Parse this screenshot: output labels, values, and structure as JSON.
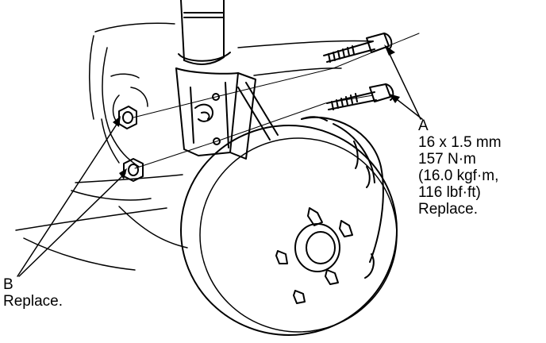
{
  "callouts": {
    "a": {
      "letter": "A",
      "size": "16 x 1.5 mm",
      "torque_nm": "157 N·m",
      "torque_kgfm": "(16.0 kgf·m,",
      "torque_lbfft": "116 lbf·ft)",
      "note": "Replace."
    },
    "b": {
      "letter": "B",
      "note": "Replace."
    }
  },
  "colors": {
    "ink": "#000000",
    "paper": "#ffffff"
  }
}
